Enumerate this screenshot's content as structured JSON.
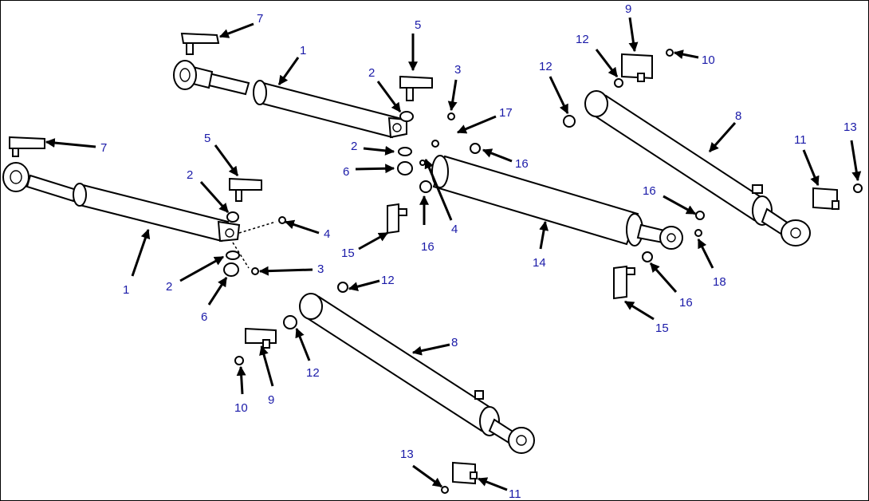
{
  "callouts": [
    {
      "id": "c-7a",
      "text": "7"
    },
    {
      "id": "c-1a",
      "text": "1"
    },
    {
      "id": "c-5a",
      "text": "5"
    },
    {
      "id": "c-2a",
      "text": "2"
    },
    {
      "id": "c-3a",
      "text": "3"
    },
    {
      "id": "c-17",
      "text": "17"
    },
    {
      "id": "c-2b",
      "text": "2"
    },
    {
      "id": "c-6a",
      "text": "6"
    },
    {
      "id": "c-16a",
      "text": "16"
    },
    {
      "id": "c-16b",
      "text": "16"
    },
    {
      "id": "c-4a",
      "text": "4"
    },
    {
      "id": "c-7b",
      "text": "7"
    },
    {
      "id": "c-5b",
      "text": "5"
    },
    {
      "id": "c-2c",
      "text": "2"
    },
    {
      "id": "c-4b",
      "text": "4"
    },
    {
      "id": "c-15a",
      "text": "15"
    },
    {
      "id": "c-1b",
      "text": "1"
    },
    {
      "id": "c-2d",
      "text": "2"
    },
    {
      "id": "c-3b",
      "text": "3"
    },
    {
      "id": "c-6b",
      "text": "6"
    },
    {
      "id": "c-9a",
      "text": "9"
    },
    {
      "id": "c-12a",
      "text": "12"
    },
    {
      "id": "c-10a",
      "text": "10"
    },
    {
      "id": "c-12b",
      "text": "12"
    },
    {
      "id": "c-8a",
      "text": "8"
    },
    {
      "id": "c-11a",
      "text": "11"
    },
    {
      "id": "c-13a",
      "text": "13"
    },
    {
      "id": "c-16c",
      "text": "16"
    },
    {
      "id": "c-14",
      "text": "14"
    },
    {
      "id": "c-18",
      "text": "18"
    },
    {
      "id": "c-16d",
      "text": "16"
    },
    {
      "id": "c-15b",
      "text": "15"
    },
    {
      "id": "c-12c",
      "text": "12"
    },
    {
      "id": "c-8b",
      "text": "8"
    },
    {
      "id": "c-12d",
      "text": "12"
    },
    {
      "id": "c-10b",
      "text": "10"
    },
    {
      "id": "c-9b",
      "text": "9"
    },
    {
      "id": "c-13b",
      "text": "13"
    },
    {
      "id": "c-11b",
      "text": "11"
    }
  ],
  "colors": {
    "callout": "#1a1aa8",
    "line": "#000000",
    "background": "#ffffff"
  }
}
